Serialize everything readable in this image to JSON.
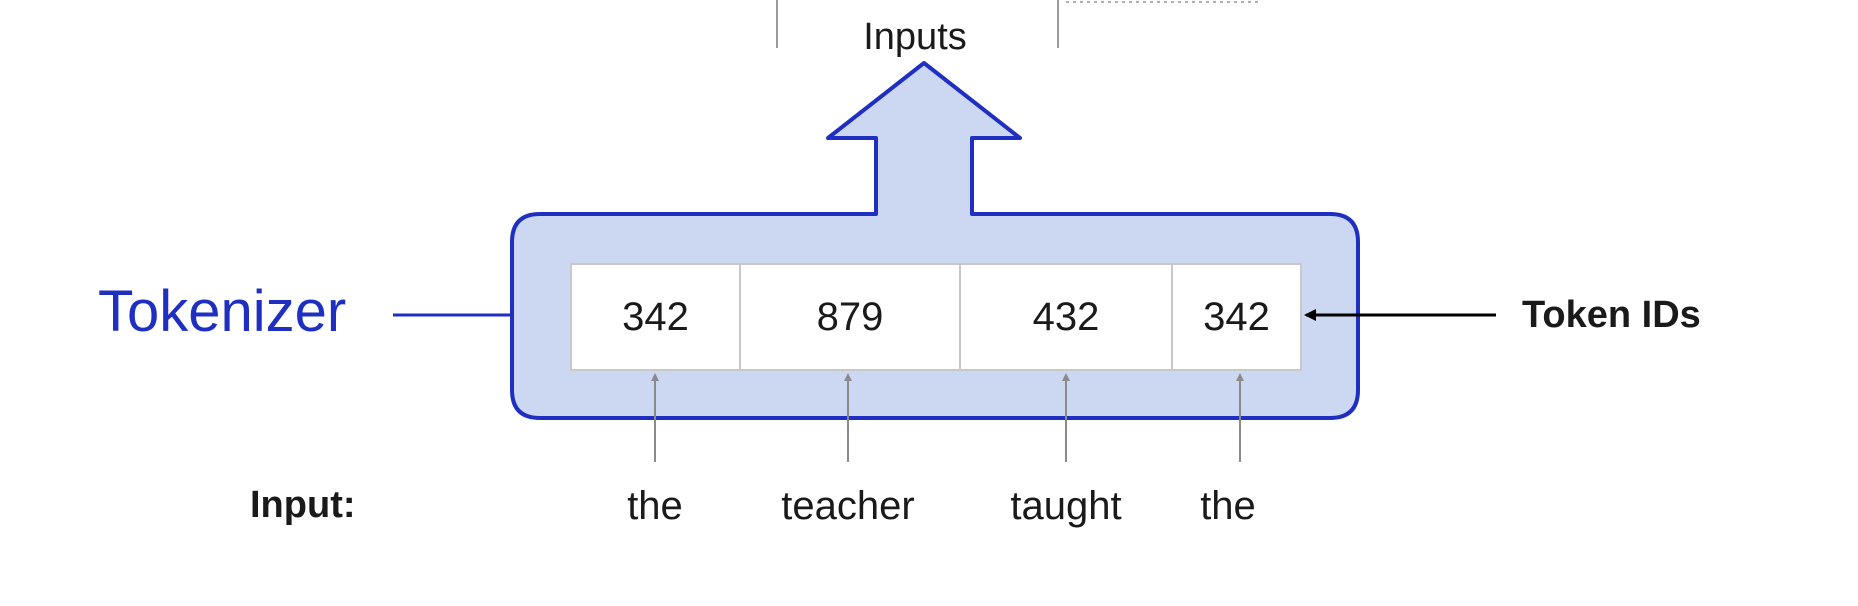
{
  "title": "Inputs",
  "tokenizer_label": "Tokenizer",
  "token_ids_label": "Token IDs",
  "input_label": "Input:",
  "tokens": [
    {
      "id": "342",
      "word": "the"
    },
    {
      "id": "879",
      "word": "teacher"
    },
    {
      "id": "432",
      "word": "taught"
    },
    {
      "id": "342",
      "word": "the"
    }
  ],
  "colors": {
    "accent_blue": "#1f2fc2",
    "fill_blue": "#ccd8f2",
    "text": "#1a1a1a",
    "cell_border": "#c8c8c8",
    "thin_arrow": "#8a8a8a"
  }
}
